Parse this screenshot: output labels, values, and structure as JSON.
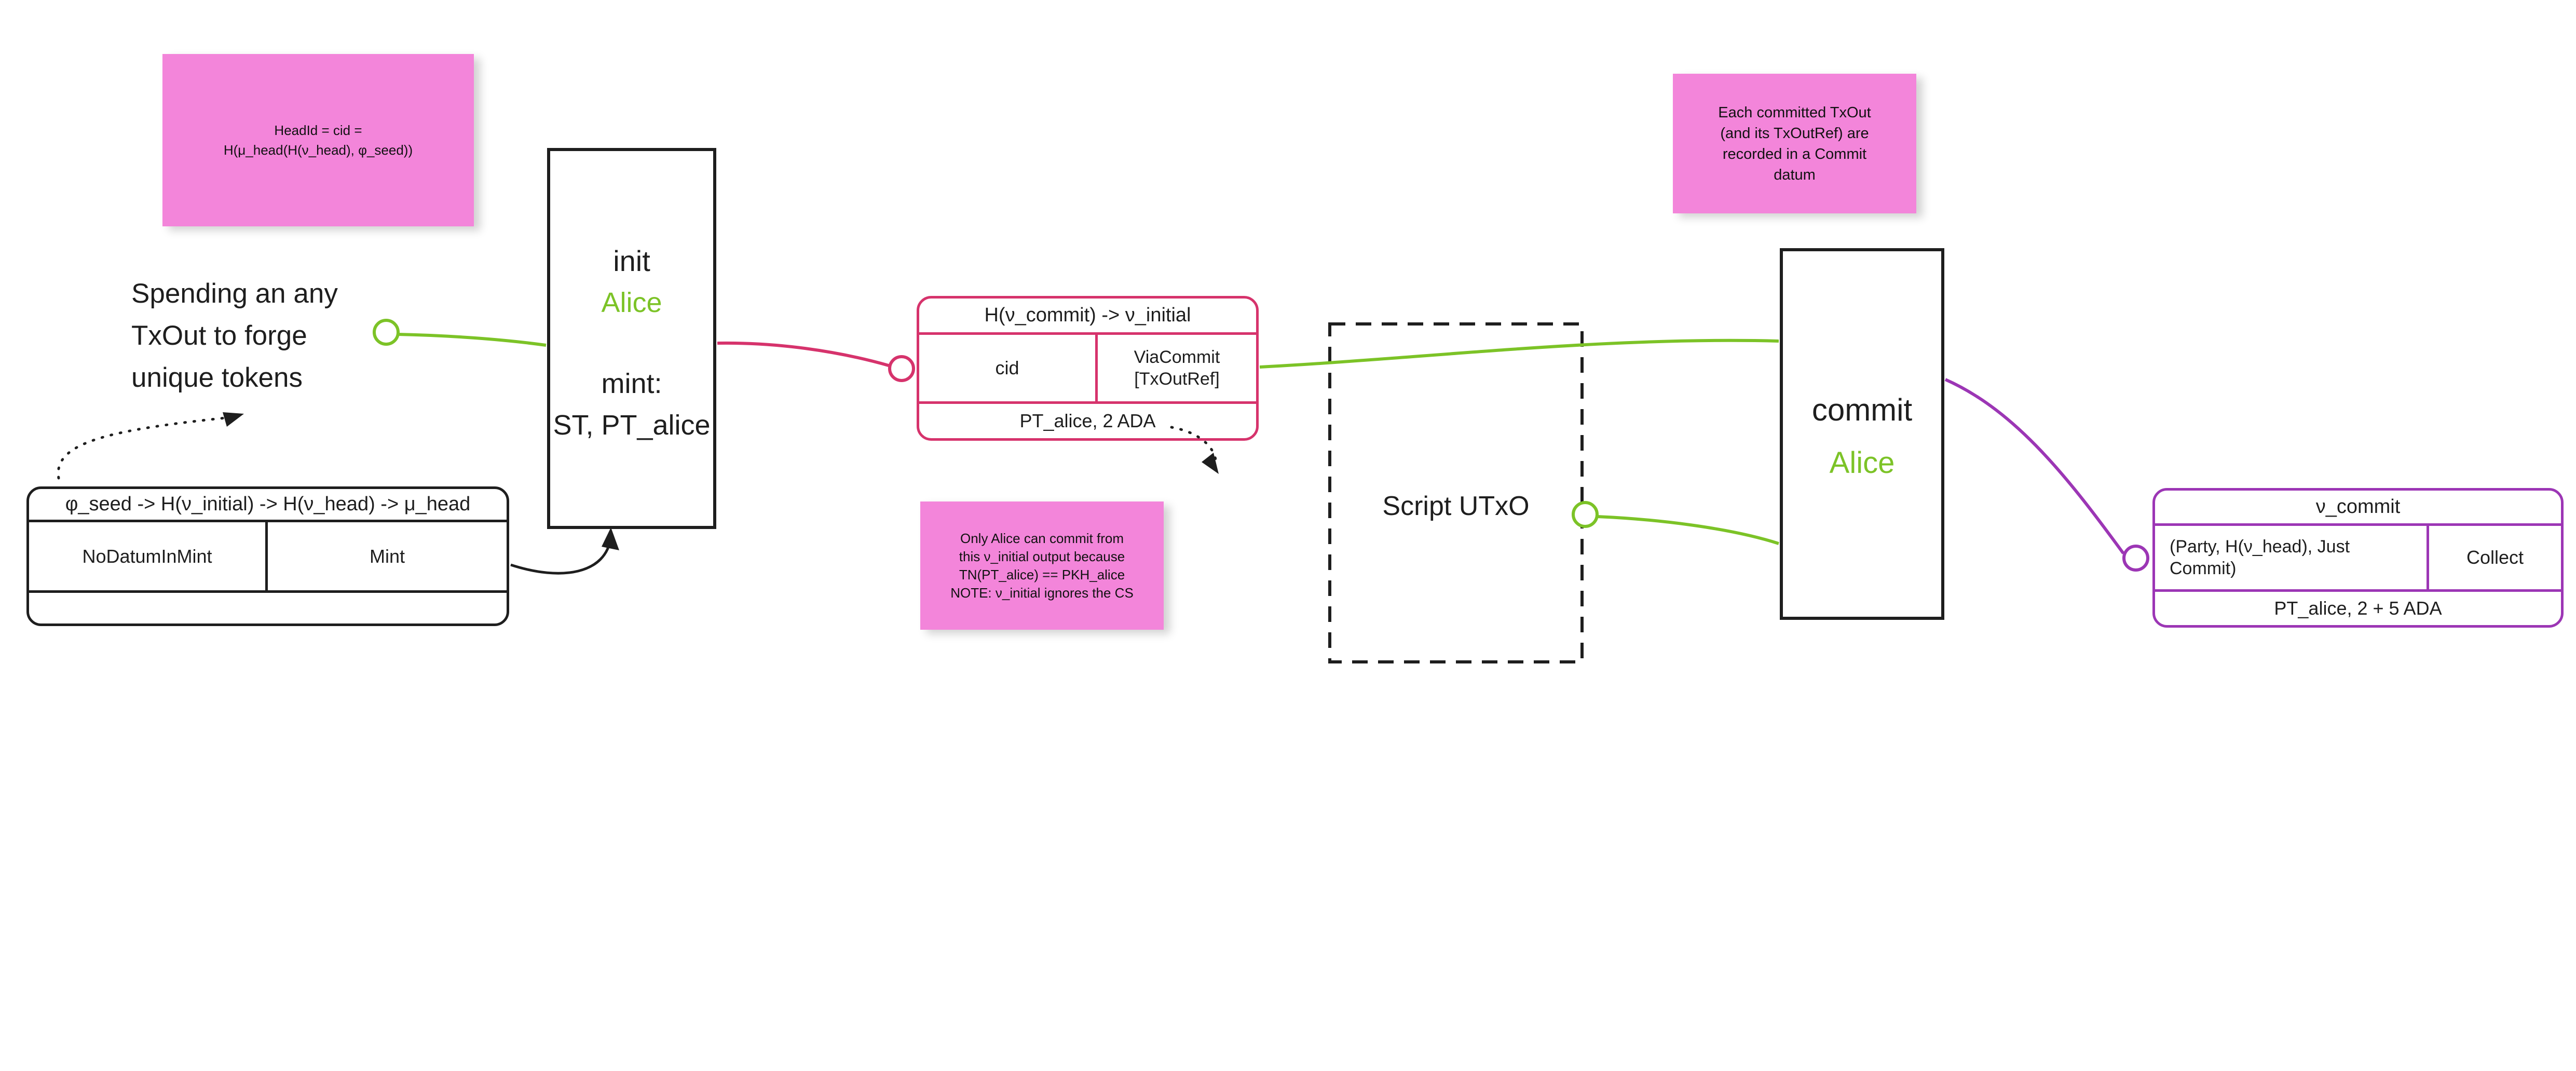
{
  "colors": {
    "black": "#1e1e1e",
    "green": "#7cc327",
    "pink": "#d6336c",
    "purple": "#9c36b5",
    "note_pink": "#f385da"
  },
  "notes": {
    "head_id": {
      "text": "HeadId = cid =\nH(μ_head(H(ν_head), φ_seed))"
    },
    "commit_datum": {
      "text": "Each committed TxOut\n(and its TxOutRef) are\nrecorded in a Commit\ndatum"
    },
    "only_alice": {
      "text": "Only Alice can commit from\nthis ν_initial output because\nTN(PT_alice) == PKH_alice\nNOTE: ν_initial ignores the CS"
    }
  },
  "labels": {
    "spending": "Spending an any\nTxOut to forge\nunique tokens",
    "script_utxo": "Script UTxO"
  },
  "transactions": {
    "init": {
      "name": "init",
      "actor": "Alice",
      "mint_label": "mint:",
      "mint_value": "ST, PT_alice"
    },
    "commit": {
      "name": "commit",
      "actor": "Alice"
    }
  },
  "utxo_boxes": {
    "seed": {
      "header": "φ_seed -> H(ν_initial) -> H(ν_head) -> μ_head",
      "cells": [
        "NoDatumInMint",
        "Mint"
      ],
      "footer": ""
    },
    "initial": {
      "header": "H(ν_commit) -> ν_initial",
      "cells": [
        "cid",
        "ViaCommit\n[TxOutRef]"
      ],
      "footer": "PT_alice, 2 ADA"
    },
    "commit": {
      "header": "ν_commit",
      "cells": [
        "(Party, H(ν_head), Just\nCommit)",
        "Collect"
      ],
      "footer": "PT_alice, 2 + 5 ADA"
    }
  }
}
